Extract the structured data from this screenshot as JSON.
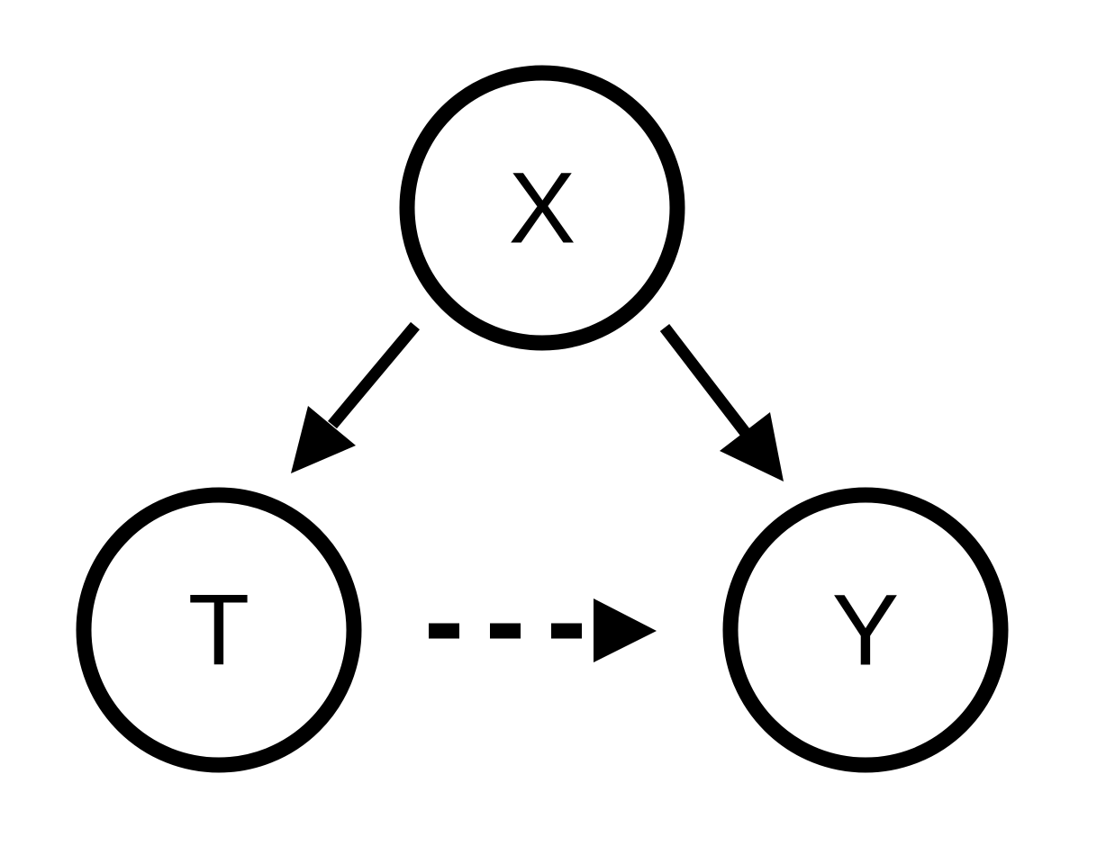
{
  "nodes": {
    "x": {
      "label": "X"
    },
    "t": {
      "label": "T"
    },
    "y": {
      "label": "Y"
    }
  },
  "edges": [
    {
      "from": "X",
      "to": "T",
      "style": "solid"
    },
    {
      "from": "X",
      "to": "Y",
      "style": "solid"
    },
    {
      "from": "T",
      "to": "Y",
      "style": "dashed"
    }
  ],
  "colors": {
    "stroke": "#000000",
    "background": "#ffffff"
  }
}
